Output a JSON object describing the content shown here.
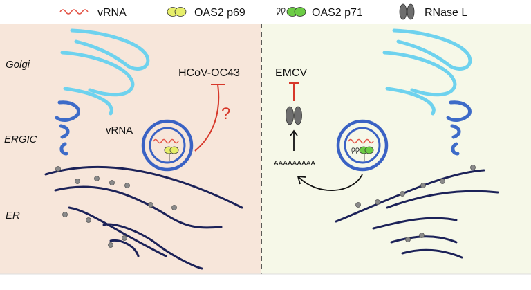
{
  "legend": {
    "items": [
      {
        "icon": "vrna-wave-icon",
        "label": "vRNA"
      },
      {
        "icon": "oas2-p69-icon",
        "label": "OAS2 p69"
      },
      {
        "icon": "oas2-p71-icon",
        "label": "OAS2 p71"
      },
      {
        "icon": "rnase-l-icon",
        "label": "RNase L"
      }
    ]
  },
  "organelles": {
    "golgi": "Golgi",
    "ergic": "ERGIC",
    "er": "ER"
  },
  "left_panel": {
    "virus_label": "HCoV-OC43",
    "vrna_label": "vRNA",
    "question_mark": "?"
  },
  "right_panel": {
    "virus_label": "EMCV",
    "oligo_label": "AAAAAAAAA"
  },
  "colors": {
    "left_bg": "#f7e6da",
    "right_bg": "#f6f8e8",
    "golgi": "#6ed2ee",
    "ergic": "#3d6bc8",
    "er": "#1c2258",
    "vrna": "#e4574a",
    "inhibit": "#d7382a",
    "p69": "#e6ee6a",
    "p71": "#6ccc45",
    "rnase": "#6e6e6e",
    "vesicle": "#3a62c4"
  }
}
